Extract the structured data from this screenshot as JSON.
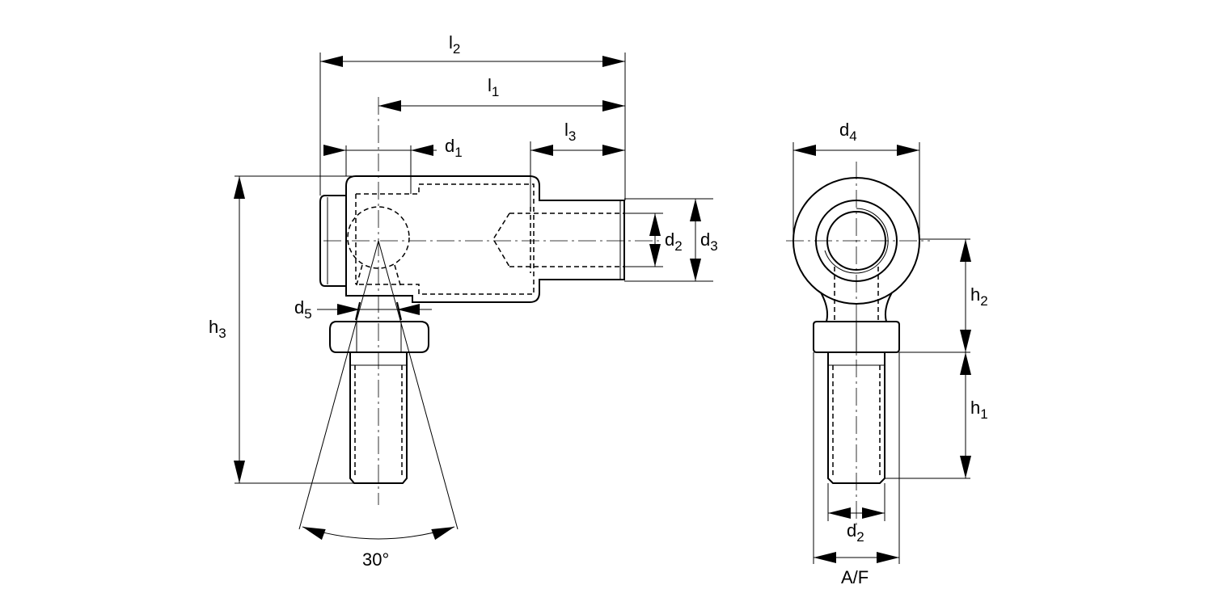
{
  "labels": {
    "l2": {
      "main": "l",
      "sub": "2"
    },
    "l1": {
      "main": "l",
      "sub": "1"
    },
    "l3": {
      "main": "l",
      "sub": "3"
    },
    "d1": {
      "main": "d",
      "sub": "1"
    },
    "d2_side": {
      "main": "d",
      "sub": "2"
    },
    "d3": {
      "main": "d",
      "sub": "3"
    },
    "d5": {
      "main": "d",
      "sub": "5"
    },
    "h3": {
      "main": "h",
      "sub": "3"
    },
    "angle": "30°",
    "d4": {
      "main": "d",
      "sub": "4"
    },
    "h2": {
      "main": "h",
      "sub": "2"
    },
    "h1": {
      "main": "h",
      "sub": "1"
    },
    "d2_front": {
      "main": "d",
      "sub": "2"
    },
    "af": "A/F"
  }
}
